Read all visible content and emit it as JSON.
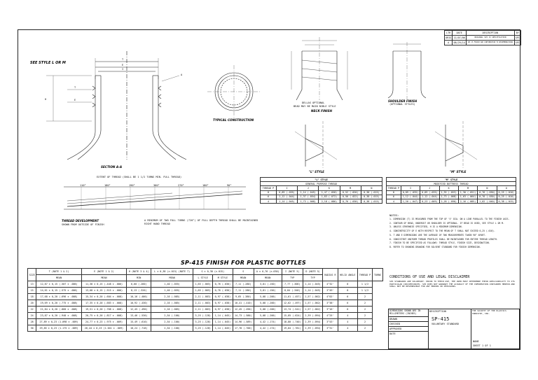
{
  "revision_table": {
    "headers": [
      "LTR",
      "DATE",
      "DESCRIPTION",
      "BY"
    ],
    "rows": [
      [
        "ORIG",
        "11/07/06",
        "ORIGINAL SPI 15 SPECIFICATION",
        "SPI"
      ],
      [
        "A",
        "08/29/14",
        "SPI 15 FINISH ADD CONFIRMATION TO RECOMMENDATIONS",
        "SPI"
      ]
    ]
  },
  "views": {
    "section_label": "SECTION A-A",
    "typical_label": "TYPICAL CONSTRUCTION",
    "neck_label": "NECK FINISH",
    "neck_note": "DELLAS OPTIONAL",
    "neck_note2": "BEAD MAY BE MAIN NIBLE STYLE",
    "shoulder_label": "SHOULDER FINISH",
    "shoulder_sub": "(OPTIONAL STYLES)",
    "l_style": "\"L\" STYLE",
    "m_style": "\"M\" STYLE",
    "bead_style": "SEE STYLE L OR M",
    "thread_label": "THREAD DEVELOPMENT",
    "thread_sub": "SHOWN FROM OUTSIDE OF FINISH",
    "thread_top": "EXTENT OF THREAD (SHALL BE 1 1/2 TURNS MIN. FULL THREAD)",
    "thread_note": "A MINIMUM OF TWO FULL TURNS (720°) OF FULL DEPTH THREAD SHALL BE MAINTAINED",
    "thread_note2": "RIGHT HAND THREAD",
    "angles": [
      "110°",
      "180°",
      "190°",
      "360°",
      "270°",
      "180°",
      "90°"
    ]
  },
  "l_style_table": {
    "title": "\"L\" STYLE",
    "subtitle": "GENERAL PURPOSE THREAD",
    "headers": [
      "THREAD P",
      "I",
      "J",
      "K",
      "M",
      "N"
    ],
    "rows": [
      [
        "8",
        "0,89 (.035)",
        "1,14 (.045)",
        "1,47 (.058)",
        "0,52 (.020)",
        "0,38 (.015)"
      ],
      [
        "6",
        "1,12 (.044)",
        "1,37 (.054)",
        "1,83 (.072)",
        "0,56 (.022)",
        "0,38 (.015)"
      ],
      [
        "4",
        "1,14 (.045)",
        "1,73 (.068)",
        "2,18 (.086)",
        "0,76 (.030)",
        "0,38 (.015)"
      ]
    ]
  },
  "m_style_table": {
    "title": "\"M\" STYLE",
    "subtitle": "MODIFIED BUTTRESS THREAD",
    "headers": [
      "THREAD P",
      "I",
      "J",
      "K",
      "M",
      "N",
      "O"
    ],
    "rows": [
      [
        "8",
        "0,89 (.035)",
        "0,89 (.035)",
        "1,35 (.053)",
        "1,30 (.051)",
        "0,76 (.030)",
        "0,25 (.010)"
      ],
      [
        "6",
        "1,12 (.044)",
        "1,12 (.044)",
        "1,73 (.068)",
        "1,63 (.064)",
        "0,76 (.030)",
        "0,25 (.010)"
      ],
      [
        "4",
        "1,20 (.047)",
        "0,23 (.009)",
        "2,28 (.090)",
        "2,16 (.085)",
        "1,02 (.040)",
        "0,38 (.015)"
      ]
    ]
  },
  "finish_table": {
    "title": "SP-415 FINISH FOR PLASTIC BOTTLES",
    "headers": [
      "SIZE",
      "T (NOTE 1 & 2)",
      "E (NOTE 1 & 2)",
      "H (NOTE 3 & 4)",
      "L ± 0,38 (±.015) (NOTE 7)",
      "G ± 0,38 (±.015)",
      "S",
      "A ± 0,76 (±.030)",
      "I (NOTE 5)",
      "D (NOTE 5)",
      "RADIUS R",
      "HELIX ANGLE",
      "THREAD P",
      "TURNS"
    ],
    "sub_headers": [
      "",
      "MEAN",
      "MEAN",
      "MIN",
      "MEAN",
      "L STYLE",
      "M STYLE",
      "MEAN",
      "MEAN",
      "TYP",
      "TYP",
      "",
      "",
      "",
      ""
    ],
    "rows": [
      [
        "13",
        "12,87 ± 0,15 (.507 ± .006)",
        "11,38 ± 0,15 (.448 ± .006)",
        "6,60 (.260)",
        "1,40 (.055)",
        "1,65 (.065)",
        "0,76 (.030)",
        "7,11 (.280)",
        "3,81 (.150)",
        "7,77 (.306)",
        "1,14 (.045)",
        "4°32'",
        "8",
        "1 1/2"
      ],
      [
        "15",
        "14,61 ± 0,15 (.575 ± .006)",
        "13,08 ± 0,15 (.515 ± .006)",
        "8,13 (.320)",
        "1,40 (.055)",
        "1,65 (.065)",
        "0,76 (.030)",
        "7,11 (.280)",
        "3,81 (.150)",
        "8,84 (.348)",
        "1,14 (.045)",
        "3°49'",
        "8",
        "1 1/2"
      ],
      [
        "18",
        "17,68 ± 0,20 (.696 ± .008)",
        "15,34 ± 0,20 (.604 ± .008)",
        "10,16 (.400)",
        "2,16 (.085)",
        "2,11 (.083)",
        "0,97 (.038)",
        "9,65 (.380)",
        "5,08 (.200)",
        "11,61 (.457)",
        "1,57 (.062)",
        "4°02'",
        "6",
        "2"
      ],
      [
        "20",
        "19,69 ± 0,20 (.775 ± .008)",
        "17,35 ± 0,20 (.683 ± .008)",
        "10,92 (.430)",
        "2,16 (.085)",
        "2,11 (.083)",
        "0,97 (.038)",
        "10,41 (.410)",
        "5,08 (.200)",
        "12,62 (.497)",
        "1,57 (.062)",
        "3°38'",
        "6",
        "2"
      ],
      [
        "22",
        "21,84 ± 0,20 (.860 ± .008)",
        "19,51 ± 0,20 (.768 ± .008)",
        "12,45 (.490)",
        "2,16 (.085)",
        "2,11 (.083)",
        "0,97 (.038)",
        "12,45 (.490)",
        "5,08 (.200)",
        "13,74 (.541)",
        "1,57 (.062)",
        "3°16'",
        "6",
        "2"
      ],
      [
        "24",
        "23,87 ± 0,20 (.940 ± .008)",
        "20,75 ± 0,20 (.817 ± .008)",
        "13,46 (.530)",
        "2,54 (.100)",
        "3,25 (.128)",
        "1,14 (.045)",
        "14,73 (.580)",
        "5,08 (.200)",
        "15,85 (.624)",
        "2,39 (.094)",
        "4°25'",
        "4",
        "2"
      ],
      [
        "28",
        "27,89 ± 0,23 (1.098 ± .009)",
        "24,77 ± 0,23 (.975 ± .009)",
        "15,49 (.610)",
        "2,54 (.100)",
        "3,25 (.128)",
        "1,14 (.045)",
        "14,96 (.589)",
        "4,42 (.174)",
        "18,80 (.740)",
        "2,39 (.094)",
        "3°43'",
        "4",
        "2"
      ],
      [
        "30",
        "29,85 ± 0,23 (1.175 ± .009)",
        "26,44 ± 0,23 (1.041 ± .009)",
        "18,24 (.718)",
        "2,54 (.100)",
        "3,25 (.128)",
        "1,14 (.045)",
        "17,78 (.700)",
        "4,42 (.174)",
        "19,84 (.781)",
        "2,39 (.094)",
        "3°31'",
        "4",
        "2"
      ]
    ]
  },
  "notes": {
    "header": "NOTES:",
    "items": [
      "1. DIMENSION (T) IS MEASURED FROM THE TOP OF 'E' DIA. ON A LINE PARALLEL TO THE FINISH AXIS.",
      "2. CONTOUR OF BEAD, UNDERCUT OR SHOULDER IS OPTIONAL. IF BEAD IS USED, SEE STYLE L OR M.",
      "3. UNLESS OTHERWISE SPECIFIED, H IS A MINIMUM DIMENSION.",
      "4. CONCENTRICITY OF E WITH RESPECT TO THE MEAN OF T SHALL NOT EXCEED 0,25 (.010).",
      "5. T AND E DIMENSIONS ARE THE AVERAGE OF TWO MEASUREMENTS TAKEN 90° APART.",
      "6. CONSISTENT UNIFORM THREAD PROFILES SHALL BE MAINTAINED FOR ENTIRE THREAD LENGTH.",
      "7. FINISH TO BE SPECIFIED AS FOLLOWS: THREAD STYLE, FINISH SIZE, DESIGNATION.",
      "8. REFER TO SHOWING DRAWING FOR SOLVENT STANDARD FOR FINISH DIMENSION."
    ]
  },
  "conditions": {
    "title": "CONDITIONS OF USE AND LEGAL DISCLAIMER",
    "text": "SPI STANDARDS ARE VOLUNTARY. PRIOR TO THEIR USE, THE USER MUST DETERMINE THEIR APPLICABILITY TO ITS PARTICULAR CIRCUMSTANCES. SPI DOES NOT WARRANT THE ACCURACY OF THE INFORMATION CONTAINED HEREIN AND SHALL NOT BE RESPONSIBLE FOR ANY ERRORS OR OMISSIONS."
  },
  "title_block": {
    "left_title": "DIMENSIONS SHOWN ARE IN MILLIMETERS (INCHES)",
    "cells": [
      "DRAWN",
      "CHECKED",
      "APPROVED",
      "DATE"
    ],
    "name": "SP-415",
    "sub": "VOLUNTARY STANDARD",
    "desc": "DESCRIPTION",
    "right": "THE SOCIETY OF THE PLASTICS INDUSTRY, INC.",
    "sheet": "SHEET 1 OF 1",
    "scale": "NONE"
  }
}
